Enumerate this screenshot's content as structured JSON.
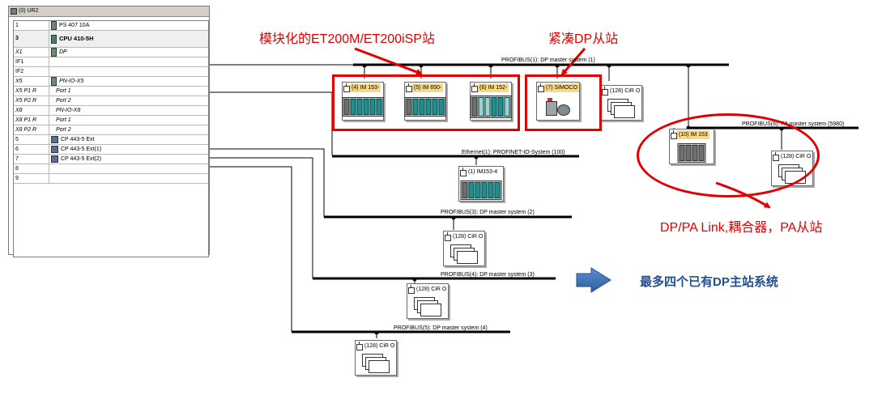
{
  "rack": {
    "title": "(0) UR2",
    "rows": [
      {
        "slot": "1",
        "module": "PS 407 10A",
        "icon": "power-supply-icon"
      },
      {
        "slot": "3",
        "module": "CPU 410-5H",
        "icon": "cpu-icon"
      },
      {
        "slot": "X1",
        "module": "DP",
        "icon": "dp-interface-icon"
      },
      {
        "slot": "IF1",
        "module": ""
      },
      {
        "slot": "IF2",
        "module": ""
      },
      {
        "slot": "X5",
        "module": "PN-IO-X5",
        "icon": "pn-interface-icon"
      },
      {
        "slot": "X5 P1 R",
        "module": "Port 1"
      },
      {
        "slot": "X5 P2 R",
        "module": "Port 2"
      },
      {
        "slot": "X8",
        "module": "PN-IO-X8"
      },
      {
        "slot": "X8 P1 R",
        "module": "Port 1"
      },
      {
        "slot": "X8 P2 R",
        "module": "Port 2"
      },
      {
        "slot": "5",
        "module": "CP 443-5 Ext",
        "icon": "cp-module-icon"
      },
      {
        "slot": "6",
        "module": "CP 443-5 Ext(1)",
        "icon": "cp-module-icon"
      },
      {
        "slot": "7",
        "module": "CP 443-5 Ext(2)",
        "icon": "cp-module-icon"
      },
      {
        "slot": "8",
        "module": ""
      },
      {
        "slot": "9",
        "module": ""
      }
    ]
  },
  "buses": {
    "dp1": "PROFIBUS(1): DP master system (1)",
    "pa": "PROFIBUS(6): PA master system (5980)",
    "eth": "Ethernet(1): PROFINET-IO-System (100)",
    "dp2": "PROFIBUS(3): DP master system (2)",
    "dp3": "PROFIBUS(4): DP master system (3)",
    "dp4": "PROFIBUS(5): DP master system (4)"
  },
  "stations": {
    "im153": "(4) IM 153-",
    "im650": "(5) IM 650-",
    "im152": "(6) IM 152-",
    "simocode": "(7) SIMOCO",
    "cir1": "(128) CiR O",
    "im153pa": "(10) IM 153",
    "cir_pa": "(128) CiR O",
    "im1534": "(1) IM153-4",
    "cir2": "(128) CiR O",
    "cir3": "(128) CiR O",
    "cir4": "(128) CiR O"
  },
  "annotations": {
    "modular": "模块化的ET200M/ET200iSP站",
    "compact": "紧凑DP从站",
    "dppa": "DP/PA Link,耦合器，PA从站",
    "max_systems": "最多四个已有DP主站系统"
  },
  "colors": {
    "annotation_red": "#e00000",
    "annotation_blue": "#1f4e8c",
    "station_label": "#f7d98a",
    "arrow_blue": "#3b6fb6"
  }
}
